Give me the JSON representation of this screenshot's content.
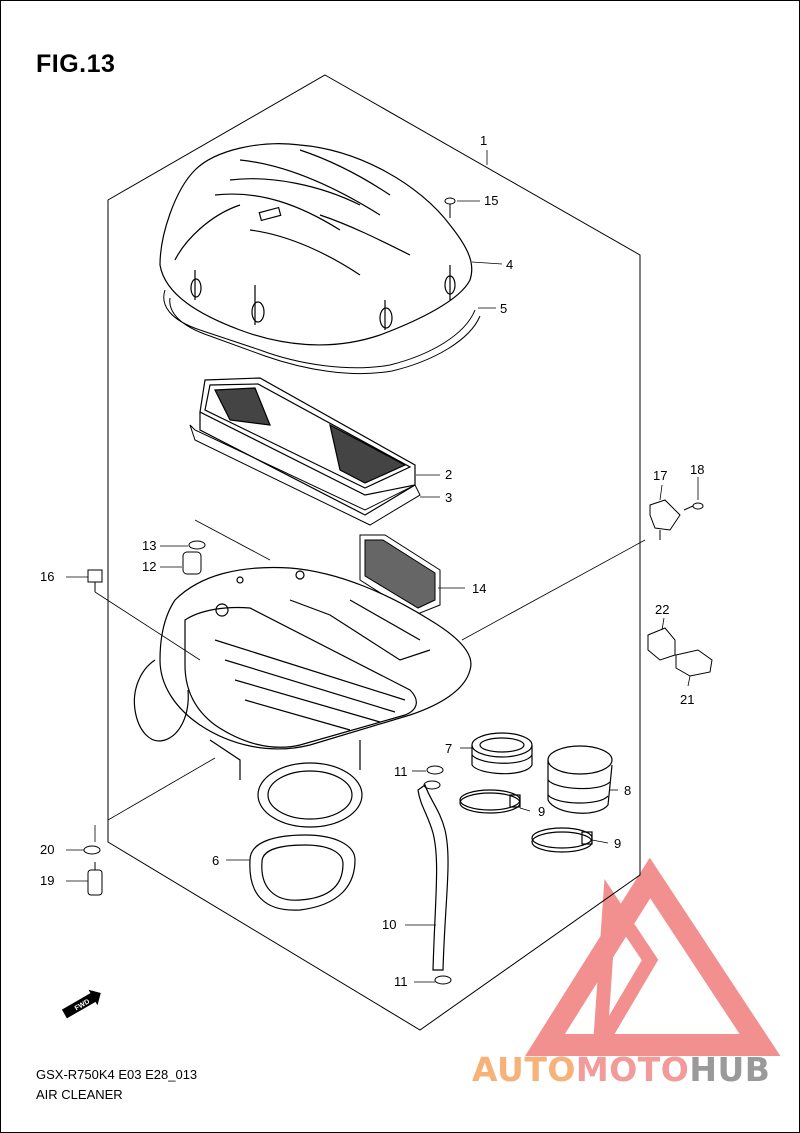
{
  "figure_title": "FIG.13",
  "footer": {
    "model_code": "GSX-R750K4 E03 E28_013",
    "assembly_name": "AIR CLEANER"
  },
  "fwd_label": "FWD",
  "watermark": {
    "part_a": "AUTO",
    "part_b": "MOTO",
    "part_c": "HUB",
    "colors": {
      "auto": "#f7b27a",
      "moto": "#f39a9a",
      "hub": "#9a9a9a",
      "mark": "#f07d7d"
    }
  },
  "callouts": [
    {
      "id": "c1",
      "text": "1"
    },
    {
      "id": "c15",
      "text": "15"
    },
    {
      "id": "c4",
      "text": "4"
    },
    {
      "id": "c5",
      "text": "5"
    },
    {
      "id": "c2",
      "text": "2"
    },
    {
      "id": "c3",
      "text": "3"
    },
    {
      "id": "c17",
      "text": "17"
    },
    {
      "id": "c18",
      "text": "18"
    },
    {
      "id": "c13",
      "text": "13"
    },
    {
      "id": "c12",
      "text": "12"
    },
    {
      "id": "c16",
      "text": "16"
    },
    {
      "id": "c14",
      "text": "14"
    },
    {
      "id": "c22",
      "text": "22"
    },
    {
      "id": "c21",
      "text": "21"
    },
    {
      "id": "c7",
      "text": "7"
    },
    {
      "id": "c11a",
      "text": "11"
    },
    {
      "id": "c8",
      "text": "8"
    },
    {
      "id": "c9a",
      "text": "9"
    },
    {
      "id": "c9b",
      "text": "9"
    },
    {
      "id": "c20",
      "text": "20"
    },
    {
      "id": "c6",
      "text": "6"
    },
    {
      "id": "c19",
      "text": "19"
    },
    {
      "id": "c10",
      "text": "10"
    },
    {
      "id": "c11b",
      "text": "11"
    }
  ]
}
